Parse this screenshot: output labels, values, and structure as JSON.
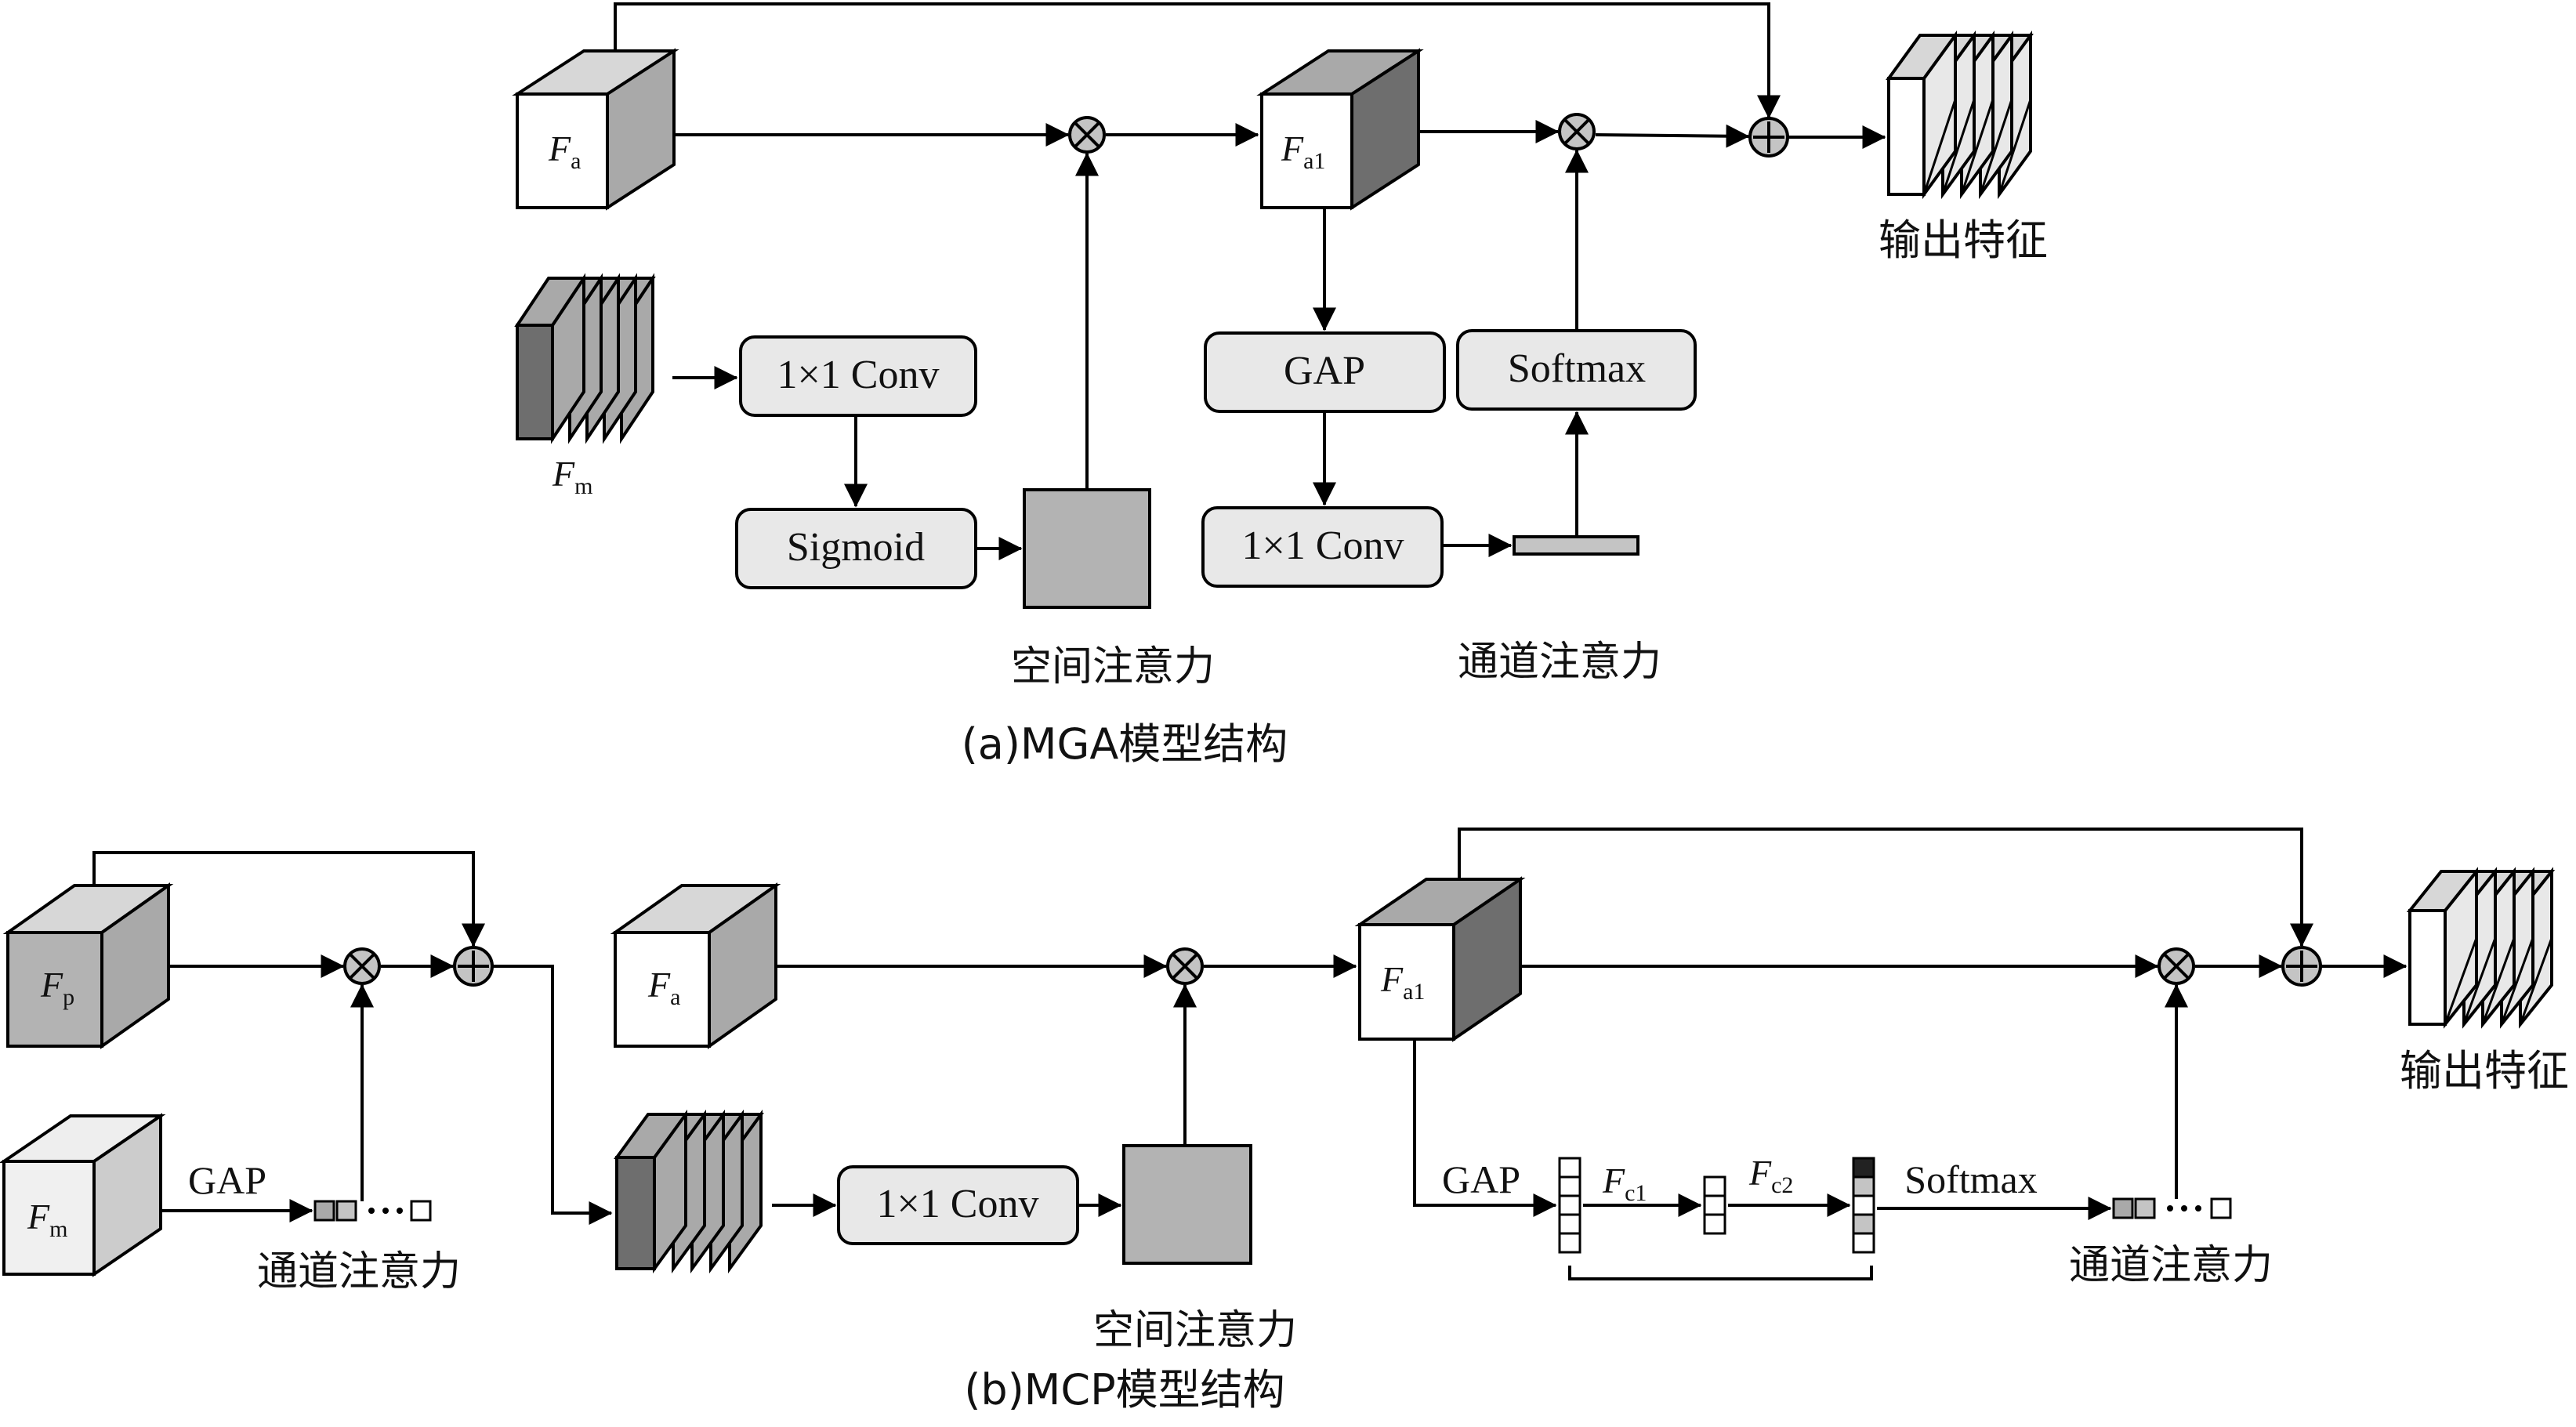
{
  "colors": {
    "module_fill": "#e8e8e8",
    "cube_front_white": "#ffffff",
    "cube_top_light": "#d7d7d7",
    "cube_side_mid": "#a9a9a9",
    "cube_side_dark": "#6e6e6e",
    "spatial_map": "#b3b3b3",
    "op_fill": "#c4c4c4",
    "stroke": "#000000"
  },
  "icons": {
    "multiply": "circled-times-icon",
    "add": "circled-plus-icon"
  },
  "panel_a": {
    "caption": "(a)MGA模型结构",
    "fa": {
      "main": "F",
      "sub": "a"
    },
    "fm": {
      "main": "F",
      "sub": "m"
    },
    "fa1": {
      "main": "F",
      "sub": "a1"
    },
    "conv_left": "1×1 Conv",
    "sigmoid": "Sigmoid",
    "gap": "GAP",
    "conv_right": "1×1 Conv",
    "softmax": "Softmax",
    "spatial_attention": "空间注意力",
    "channel_attention": "通道注意力",
    "output": "输出特征"
  },
  "panel_b": {
    "caption": "(b)MCP模型结构",
    "fp": {
      "main": "F",
      "sub": "p"
    },
    "fm": {
      "main": "F",
      "sub": "m"
    },
    "fa": {
      "main": "F",
      "sub": "a"
    },
    "fa1": {
      "main": "F",
      "sub": "a1"
    },
    "gap_left": "GAP",
    "channel_attention_left": "通道注意力",
    "conv": "1×1 Conv",
    "spatial_attention": "空间注意力",
    "gap_right": "GAP",
    "fc1": {
      "main": "F",
      "sub": "c1"
    },
    "fc2": {
      "main": "F",
      "sub": "c2"
    },
    "softmax": "Softmax",
    "channel_attention_right": "通道注意力",
    "output": "输出特征"
  }
}
